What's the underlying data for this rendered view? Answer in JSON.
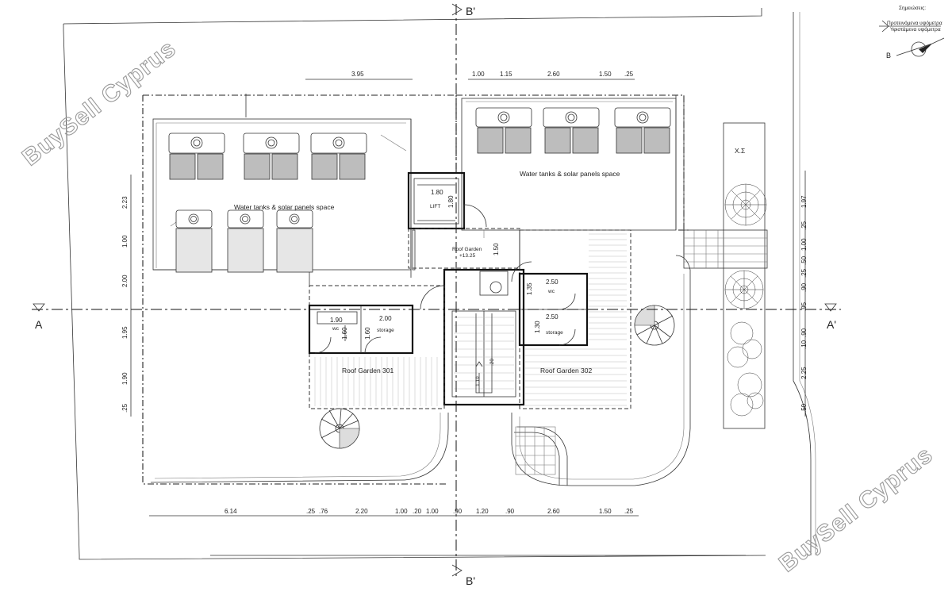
{
  "watermarks": [
    "BuySell Cyprus",
    "BuySell Cyprus"
  ],
  "section_markers": {
    "vertical_top": "B'",
    "vertical_bottom": "B'",
    "horizontal_left": "A",
    "horizontal_right": "A'"
  },
  "legend": {
    "title": "Σημειώσεις:",
    "line1": "Προτεινόμενα υψόμετρα",
    "line2": "Υφιστάμενα υψόμετρα",
    "north": "B"
  },
  "rooms": {
    "water_tanks_left": "Water tanks & solar panels  space",
    "water_tanks_right": "Water tanks & solar panels  space",
    "lift": "LIFT",
    "roof_garden": "Roof Garden",
    "roof_garden_level": "+13.25",
    "wc_left": "wc",
    "storage_left": "storage",
    "wc_right": "wc",
    "storage_right": "storage",
    "roof_garden_301": "Roof Garden 301",
    "roof_garden_302": "Roof Garden 302",
    "xs": "Χ.Σ"
  },
  "dims": {
    "top_left": "3.95",
    "top_right": [
      "1.00",
      "1.15",
      "2.60",
      "1.50",
      ".25"
    ],
    "bottom": [
      "6.14",
      ".25",
      ".76",
      "2.20",
      "1.00",
      ".20",
      "1.00",
      ".90",
      "1.20",
      ".90",
      "2.60",
      "1.50",
      ".25"
    ],
    "left_vertical": [
      "2.23",
      "1.00",
      "2.00",
      "1.95",
      "1.90",
      ".25"
    ],
    "right_vertical": [
      "1.97",
      ".25",
      "1.00",
      ".50",
      ".25",
      ".90",
      ".95",
      ".90",
      ".10",
      "2.25",
      ".50"
    ],
    "lift_w": "1.80",
    "lift_h": "1.80",
    "corridor": "1.50",
    "wc_left_w": "1.90",
    "storage_left_w": "2.00",
    "wc_left_h": "1.60",
    "storage_left_h": "1.60",
    "wc_right_w": "2.50",
    "wc_right_h": "1.35",
    "storage_right_w": "2.50",
    "storage_right_h": "1.30",
    "stair_a": ".20",
    "stair_b": "1.10"
  }
}
